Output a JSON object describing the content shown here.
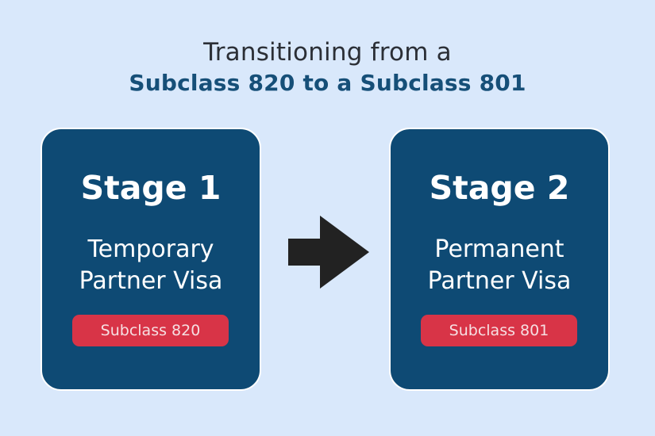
{
  "header": {
    "title_line1": "Transitioning from a",
    "title_line2": "Subclass 820 to a Subclass 801"
  },
  "stages": [
    {
      "stage_label": "Stage 1",
      "visa_line1": "Temporary",
      "visa_line2": "Partner Visa",
      "badge": "Subclass 820"
    },
    {
      "stage_label": "Stage 2",
      "visa_line1": "Permanent",
      "visa_line2": "Partner Visa",
      "badge": "Subclass 801"
    }
  ],
  "connector": {
    "icon": "arrow-right-icon"
  },
  "colors": {
    "background": "#d9e8fb",
    "card": "#0e4a74",
    "badge": "#d83447",
    "title_accent": "#164f78",
    "arrow": "#222222"
  }
}
